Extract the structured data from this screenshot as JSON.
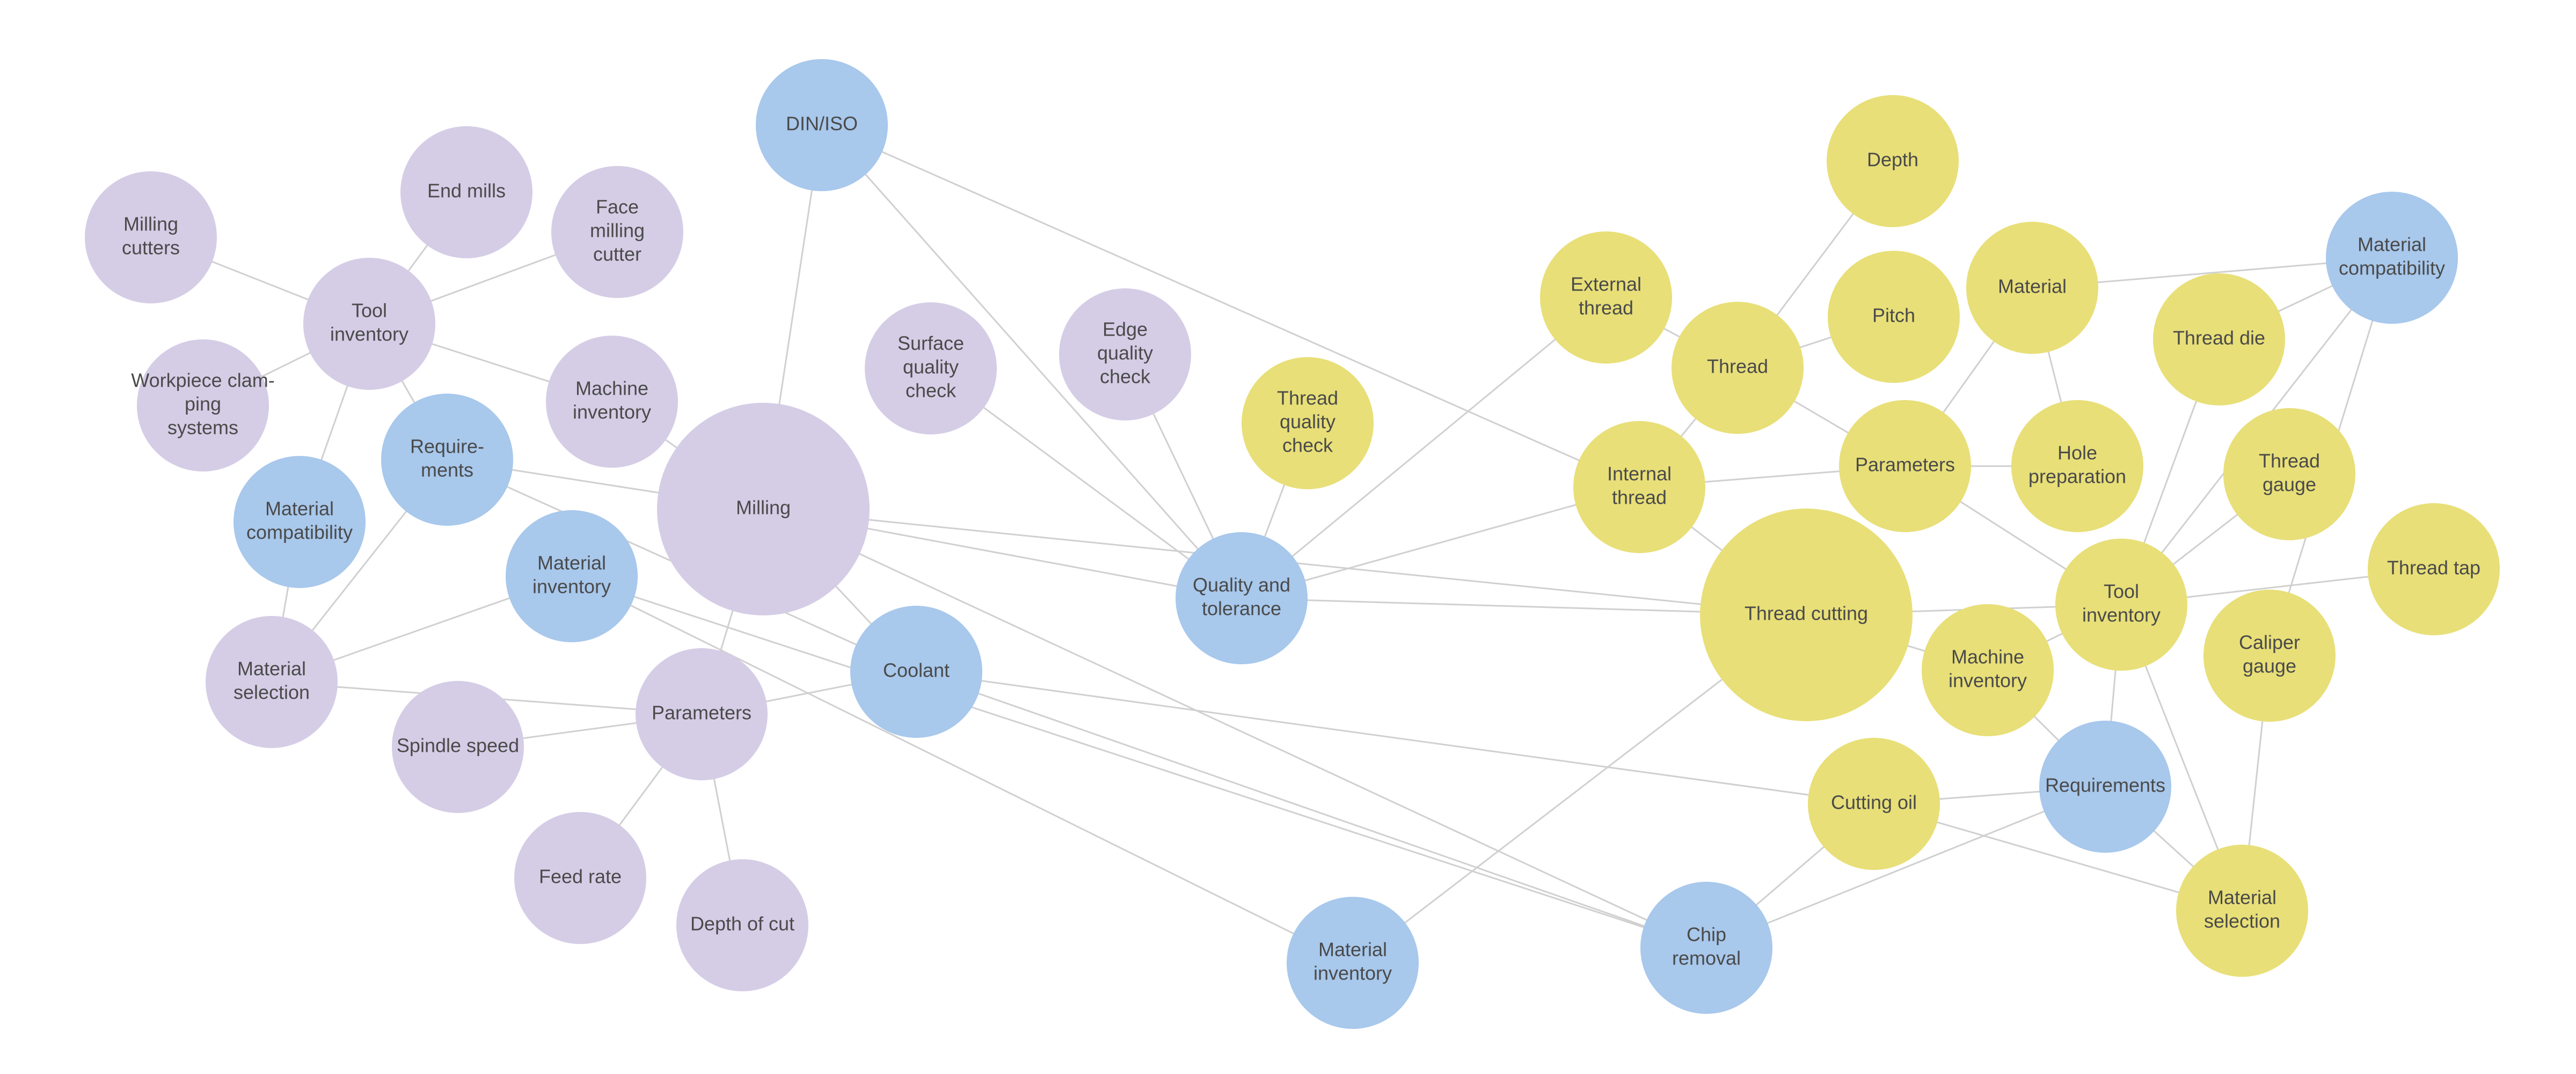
{
  "colors": {
    "purple": "#d5cde6",
    "blue": "#a8c8ec",
    "yellow": "#e8df78",
    "edge": "#d0d0d0",
    "text": "#4a4a4a"
  },
  "nodes": [
    {
      "id": "milling",
      "label": [
        "Milling"
      ],
      "color": "purple"
    },
    {
      "id": "milling-cutters",
      "label": [
        "Milling",
        "cutters"
      ],
      "color": "purple"
    },
    {
      "id": "end-mills",
      "label": [
        "End mills"
      ],
      "color": "purple"
    },
    {
      "id": "face-milling-cutter",
      "label": [
        "Face",
        "milling",
        "cutter"
      ],
      "color": "purple"
    },
    {
      "id": "tool-inventory-left",
      "label": [
        "Tool",
        "inventory"
      ],
      "color": "purple"
    },
    {
      "id": "workpiece-clamping",
      "label": [
        "Workpiece clam-",
        "ping",
        "systems"
      ],
      "color": "purple"
    },
    {
      "id": "machine-inventory-left",
      "label": [
        "Machine",
        "inventory"
      ],
      "color": "purple"
    },
    {
      "id": "requirements-left",
      "label": [
        "Require-",
        "ments"
      ],
      "color": "blue"
    },
    {
      "id": "material-compat-left",
      "label": [
        "Material",
        "compatibility"
      ],
      "color": "blue"
    },
    {
      "id": "material-inventory-left",
      "label": [
        "Material",
        "inventory"
      ],
      "color": "blue"
    },
    {
      "id": "material-selection-left",
      "label": [
        "Material",
        "selection"
      ],
      "color": "purple"
    },
    {
      "id": "spindle-speed",
      "label": [
        "Spindle speed"
      ],
      "color": "purple"
    },
    {
      "id": "parameters-left",
      "label": [
        "Parameters"
      ],
      "color": "purple"
    },
    {
      "id": "feed-rate",
      "label": [
        "Feed rate"
      ],
      "color": "purple"
    },
    {
      "id": "depth-of-cut",
      "label": [
        "Depth of cut"
      ],
      "color": "purple"
    },
    {
      "id": "coolant",
      "label": [
        "Coolant"
      ],
      "color": "blue"
    },
    {
      "id": "din-iso",
      "label": [
        "DIN/ISO"
      ],
      "color": "blue"
    },
    {
      "id": "surface-quality",
      "label": [
        "Surface",
        "quality",
        "check"
      ],
      "color": "purple"
    },
    {
      "id": "edge-quality",
      "label": [
        "Edge",
        "quality",
        "check"
      ],
      "color": "purple"
    },
    {
      "id": "thread-quality",
      "label": [
        "Thread",
        "quality",
        "check"
      ],
      "color": "yellow"
    },
    {
      "id": "quality-tolerance",
      "label": [
        "Quality and",
        "tolerance"
      ],
      "color": "blue"
    },
    {
      "id": "material-inventory-bottom",
      "label": [
        "Material",
        "inventory"
      ],
      "color": "blue"
    },
    {
      "id": "chip-removal",
      "label": [
        "Chip",
        "removal"
      ],
      "color": "blue"
    },
    {
      "id": "thread-cutting",
      "label": [
        "Thread cutting"
      ],
      "color": "yellow"
    },
    {
      "id": "external-thread",
      "label": [
        "External",
        "thread"
      ],
      "color": "yellow"
    },
    {
      "id": "thread",
      "label": [
        "Thread"
      ],
      "color": "yellow"
    },
    {
      "id": "depth",
      "label": [
        "Depth"
      ],
      "color": "yellow"
    },
    {
      "id": "pitch",
      "label": [
        "Pitch"
      ],
      "color": "yellow"
    },
    {
      "id": "material",
      "label": [
        "Material"
      ],
      "color": "yellow"
    },
    {
      "id": "internal-thread",
      "label": [
        "Internal",
        "thread"
      ],
      "color": "yellow"
    },
    {
      "id": "parameters-right",
      "label": [
        "Parameters"
      ],
      "color": "yellow"
    },
    {
      "id": "hole-preparation",
      "label": [
        "Hole",
        "preparation"
      ],
      "color": "yellow"
    },
    {
      "id": "material-compat-right",
      "label": [
        "Material",
        "compatibility"
      ],
      "color": "blue"
    },
    {
      "id": "thread-die",
      "label": [
        "Thread die"
      ],
      "color": "yellow"
    },
    {
      "id": "thread-gauge",
      "label": [
        "Thread",
        "gauge"
      ],
      "color": "yellow"
    },
    {
      "id": "thread-tap",
      "label": [
        "Thread tap"
      ],
      "color": "yellow"
    },
    {
      "id": "tool-inventory-right",
      "label": [
        "Tool",
        "inventory"
      ],
      "color": "yellow"
    },
    {
      "id": "caliper-gauge",
      "label": [
        "Caliper",
        "gauge"
      ],
      "color": "yellow"
    },
    {
      "id": "machine-inventory-right",
      "label": [
        "Machine",
        "inventory"
      ],
      "color": "yellow"
    },
    {
      "id": "requirements-right",
      "label": [
        "Requirements"
      ],
      "color": "blue"
    },
    {
      "id": "cutting-oil",
      "label": [
        "Cutting oil"
      ],
      "color": "yellow"
    },
    {
      "id": "material-selection-right",
      "label": [
        "Material",
        "selection"
      ],
      "color": "yellow"
    }
  ],
  "edges": [
    [
      "milling-cutters",
      "tool-inventory-left"
    ],
    [
      "end-mills",
      "tool-inventory-left"
    ],
    [
      "face-milling-cutter",
      "tool-inventory-left"
    ],
    [
      "workpiece-clamping",
      "tool-inventory-left"
    ],
    [
      "tool-inventory-left",
      "machine-inventory-left"
    ],
    [
      "tool-inventory-left",
      "requirements-left"
    ],
    [
      "tool-inventory-left",
      "material-compat-left"
    ],
    [
      "machine-inventory-left",
      "milling"
    ],
    [
      "requirements-left",
      "milling"
    ],
    [
      "requirements-left",
      "coolant"
    ],
    [
      "requirements-left",
      "material-selection-left"
    ],
    [
      "material-compat-left",
      "material-selection-left"
    ],
    [
      "material-inventory-left",
      "material-selection-left"
    ],
    [
      "material-inventory-left",
      "material-inventory-bottom"
    ],
    [
      "material-inventory-left",
      "chip-removal"
    ],
    [
      "material-selection-left",
      "parameters-left"
    ],
    [
      "spindle-speed",
      "parameters-left"
    ],
    [
      "parameters-left",
      "feed-rate"
    ],
    [
      "parameters-left",
      "depth-of-cut"
    ],
    [
      "parameters-left",
      "milling"
    ],
    [
      "parameters-left",
      "coolant"
    ],
    [
      "milling",
      "din-iso"
    ],
    [
      "milling",
      "quality-tolerance"
    ],
    [
      "milling",
      "chip-removal"
    ],
    [
      "milling",
      "coolant"
    ],
    [
      "milling",
      "thread-cutting"
    ],
    [
      "din-iso",
      "quality-tolerance"
    ],
    [
      "din-iso",
      "internal-thread"
    ],
    [
      "surface-quality",
      "quality-tolerance"
    ],
    [
      "edge-quality",
      "quality-tolerance"
    ],
    [
      "thread-quality",
      "quality-tolerance"
    ],
    [
      "quality-tolerance",
      "external-thread"
    ],
    [
      "quality-tolerance",
      "internal-thread"
    ],
    [
      "quality-tolerance",
      "thread-cutting"
    ],
    [
      "coolant",
      "cutting-oil"
    ],
    [
      "coolant",
      "chip-removal"
    ],
    [
      "material-inventory-bottom",
      "thread-cutting"
    ],
    [
      "chip-removal",
      "cutting-oil"
    ],
    [
      "chip-removal",
      "requirements-right"
    ],
    [
      "thread",
      "depth"
    ],
    [
      "thread",
      "pitch"
    ],
    [
      "thread",
      "external-thread"
    ],
    [
      "thread",
      "internal-thread"
    ],
    [
      "thread",
      "parameters-right"
    ],
    [
      "material",
      "parameters-right"
    ],
    [
      "material",
      "hole-preparation"
    ],
    [
      "material",
      "material-compat-right"
    ],
    [
      "internal-thread",
      "parameters-right"
    ],
    [
      "internal-thread",
      "thread-cutting"
    ],
    [
      "parameters-right",
      "hole-preparation"
    ],
    [
      "parameters-right",
      "tool-inventory-right"
    ],
    [
      "thread-cutting",
      "tool-inventory-right"
    ],
    [
      "thread-cutting",
      "machine-inventory-right"
    ],
    [
      "tool-inventory-right",
      "thread-die"
    ],
    [
      "tool-inventory-right",
      "thread-gauge"
    ],
    [
      "tool-inventory-right",
      "thread-tap"
    ],
    [
      "tool-inventory-right",
      "material-compat-right"
    ],
    [
      "tool-inventory-right",
      "machine-inventory-right"
    ],
    [
      "tool-inventory-right",
      "requirements-right"
    ],
    [
      "tool-inventory-right",
      "material-selection-right"
    ],
    [
      "material-compat-right",
      "caliper-gauge"
    ],
    [
      "material-compat-right",
      "thread-die"
    ],
    [
      "caliper-gauge",
      "material-selection-right"
    ],
    [
      "machine-inventory-right",
      "requirements-right"
    ],
    [
      "requirements-right",
      "cutting-oil"
    ],
    [
      "requirements-right",
      "material-selection-right"
    ],
    [
      "cutting-oil",
      "material-selection-right"
    ]
  ]
}
